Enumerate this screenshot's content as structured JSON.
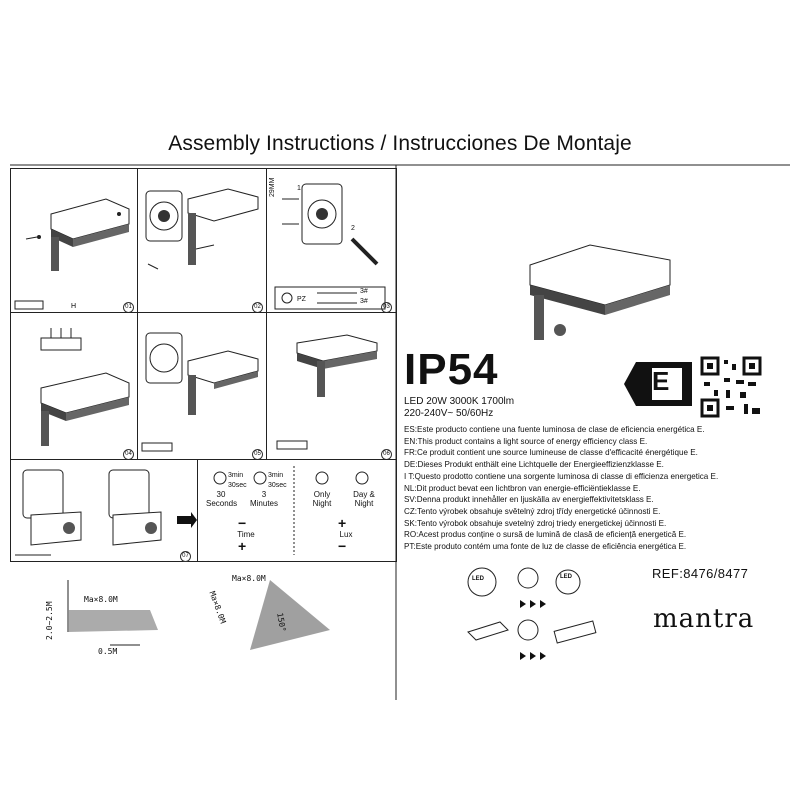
{
  "title": "Assembly Instructions / Instrucciones De Montaje",
  "steps": [
    "01",
    "02",
    "03",
    "04",
    "05",
    "06",
    "07"
  ],
  "step3": {
    "callout_1": "1",
    "callout_2": "2",
    "dim": "29MM",
    "pz": "PZ",
    "screw1": "3#",
    "screw2": "3#"
  },
  "dial_panel": {
    "time": {
      "dial_min": {
        "small": "3min",
        "small2": "30sec",
        "label": "30\nSeconds"
      },
      "dial_max": {
        "small": "3min",
        "small2": "30sec",
        "label": "3\nMinutes"
      },
      "minus": "−",
      "name": "Time",
      "plus": "+"
    },
    "lux": {
      "dial_min": {
        "label": "Only\nNight"
      },
      "dial_max": {
        "label": "Day &\nNight"
      },
      "plus": "+",
      "name": "Lux",
      "minus": "−"
    }
  },
  "product": {
    "ip_rating": "IP54",
    "spec_lines": [
      "LED 20W 3000K 1700lm",
      "220-240V~ 50/60Hz"
    ],
    "energy_class": "E",
    "legal": [
      "ES:Este producto contiene una fuente luminosa de clase de eficiencia energética E.",
      "EN:This product contains a light source of energy efficiency class E.",
      "FR:Ce produit contient une source lumineuse de classe d'efficacité énergétique E.",
      "DE:Dieses Produkt enthält eine Lichtquelle der Energieeffizienzklasse E.",
      "I T:Questo prodotto contiene una sorgente luminosa di classe di efficienza energetica E.",
      "NL:Dit product bevat een lichtbron van energie-efficiëntieklasse E.",
      "SV:Denna produkt innehåller en ljuskälla av energieffektivitetsklass E.",
      "CZ:Tento výrobek obsahuje světelný zdroj třídy energetické účinnosti E.",
      "SK:Tento výrobok obsahuje svetelný zdroj triedy energetickej účinnosti E.",
      "RO:Acest produs conține o sursă de lumină de clasă de eficiență energetică E.",
      "PT:Este produto contém uma fonte de luz de classe de eficiência energética E."
    ]
  },
  "sensor": {
    "range_left": "Ma×8.0M",
    "height_range": "2.0~2.5M",
    "distance": "0.5M",
    "range_right_top": "Ma×8.0M",
    "range_right_side": "Ma×8.0M",
    "angle": "150°"
  },
  "icons_panel": {
    "led_label": "LED",
    "led_label2": "LED"
  },
  "ref": "REF:8476/8477",
  "brand": "mantra",
  "colors": {
    "ink": "#111111",
    "energy_badge": "#111111"
  }
}
